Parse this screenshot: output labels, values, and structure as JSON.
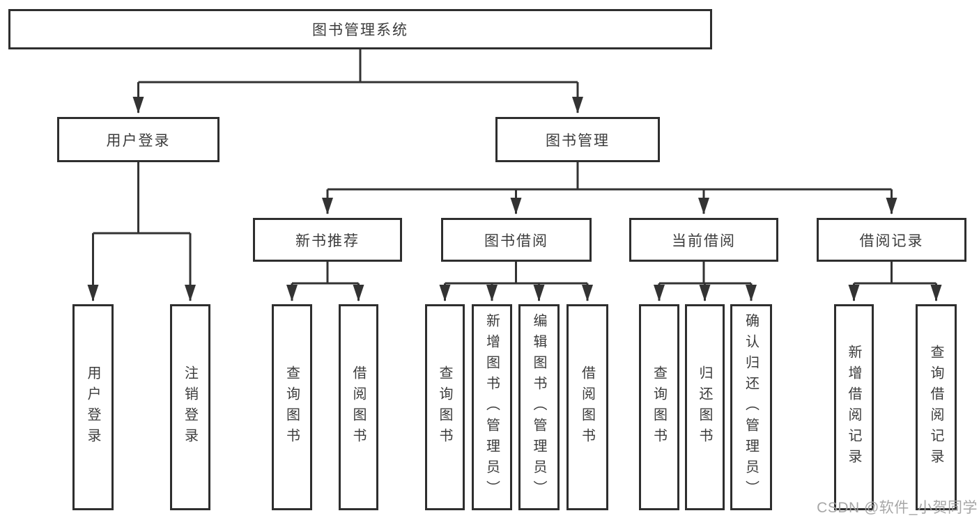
{
  "diagram": {
    "root": {
      "label": "图书管理系统"
    },
    "branches": [
      {
        "id": "user-login",
        "label": "用户登录",
        "children": [
          "用户登录",
          "注销登录"
        ]
      },
      {
        "id": "book-mgmt",
        "label": "图书管理",
        "sections": [
          {
            "label": "新书推荐",
            "children": [
              "查询图书",
              "借阅图书"
            ]
          },
          {
            "label": "图书借阅",
            "children": [
              "查询图书",
              "新增图书（管理员）",
              "编辑图书（管理员）",
              "借阅图书"
            ]
          },
          {
            "label": "当前借阅",
            "children": [
              "查询图书",
              "归还图书",
              "确认归还（管理员）"
            ]
          },
          {
            "label": "借阅记录",
            "children": [
              "新增借阅记录",
              "查询借阅记录"
            ]
          }
        ]
      }
    ]
  },
  "watermark": {
    "text": "CSDN @软件_小贺同学"
  },
  "colors": {
    "line": "#333333",
    "box_border": "#2e2e2e",
    "text": "#3c3c3c",
    "watermark": "#9e9e9e",
    "background": "#ffffff"
  }
}
